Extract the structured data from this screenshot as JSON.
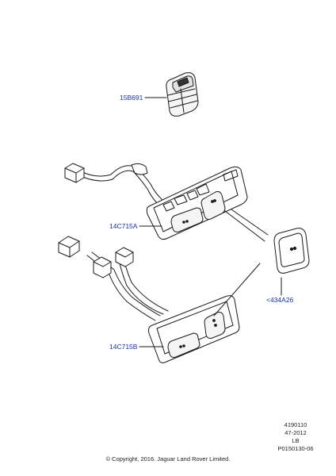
{
  "callouts": {
    "part_15B691": "15B691",
    "part_14C715A": "14C715A",
    "part_434A26": "<434A26",
    "part_14C715B": "14C715B"
  },
  "meta": {
    "line1": "4190110",
    "line2": "47-2012",
    "line3": "LB",
    "line4": "P0150130-06"
  },
  "footer": {
    "copyright": "© Copyright, 2016. Jaguar Land Rover Limited."
  },
  "colors": {
    "callout_text": "#1a2fb3",
    "line_art": "#1a1a1a"
  }
}
